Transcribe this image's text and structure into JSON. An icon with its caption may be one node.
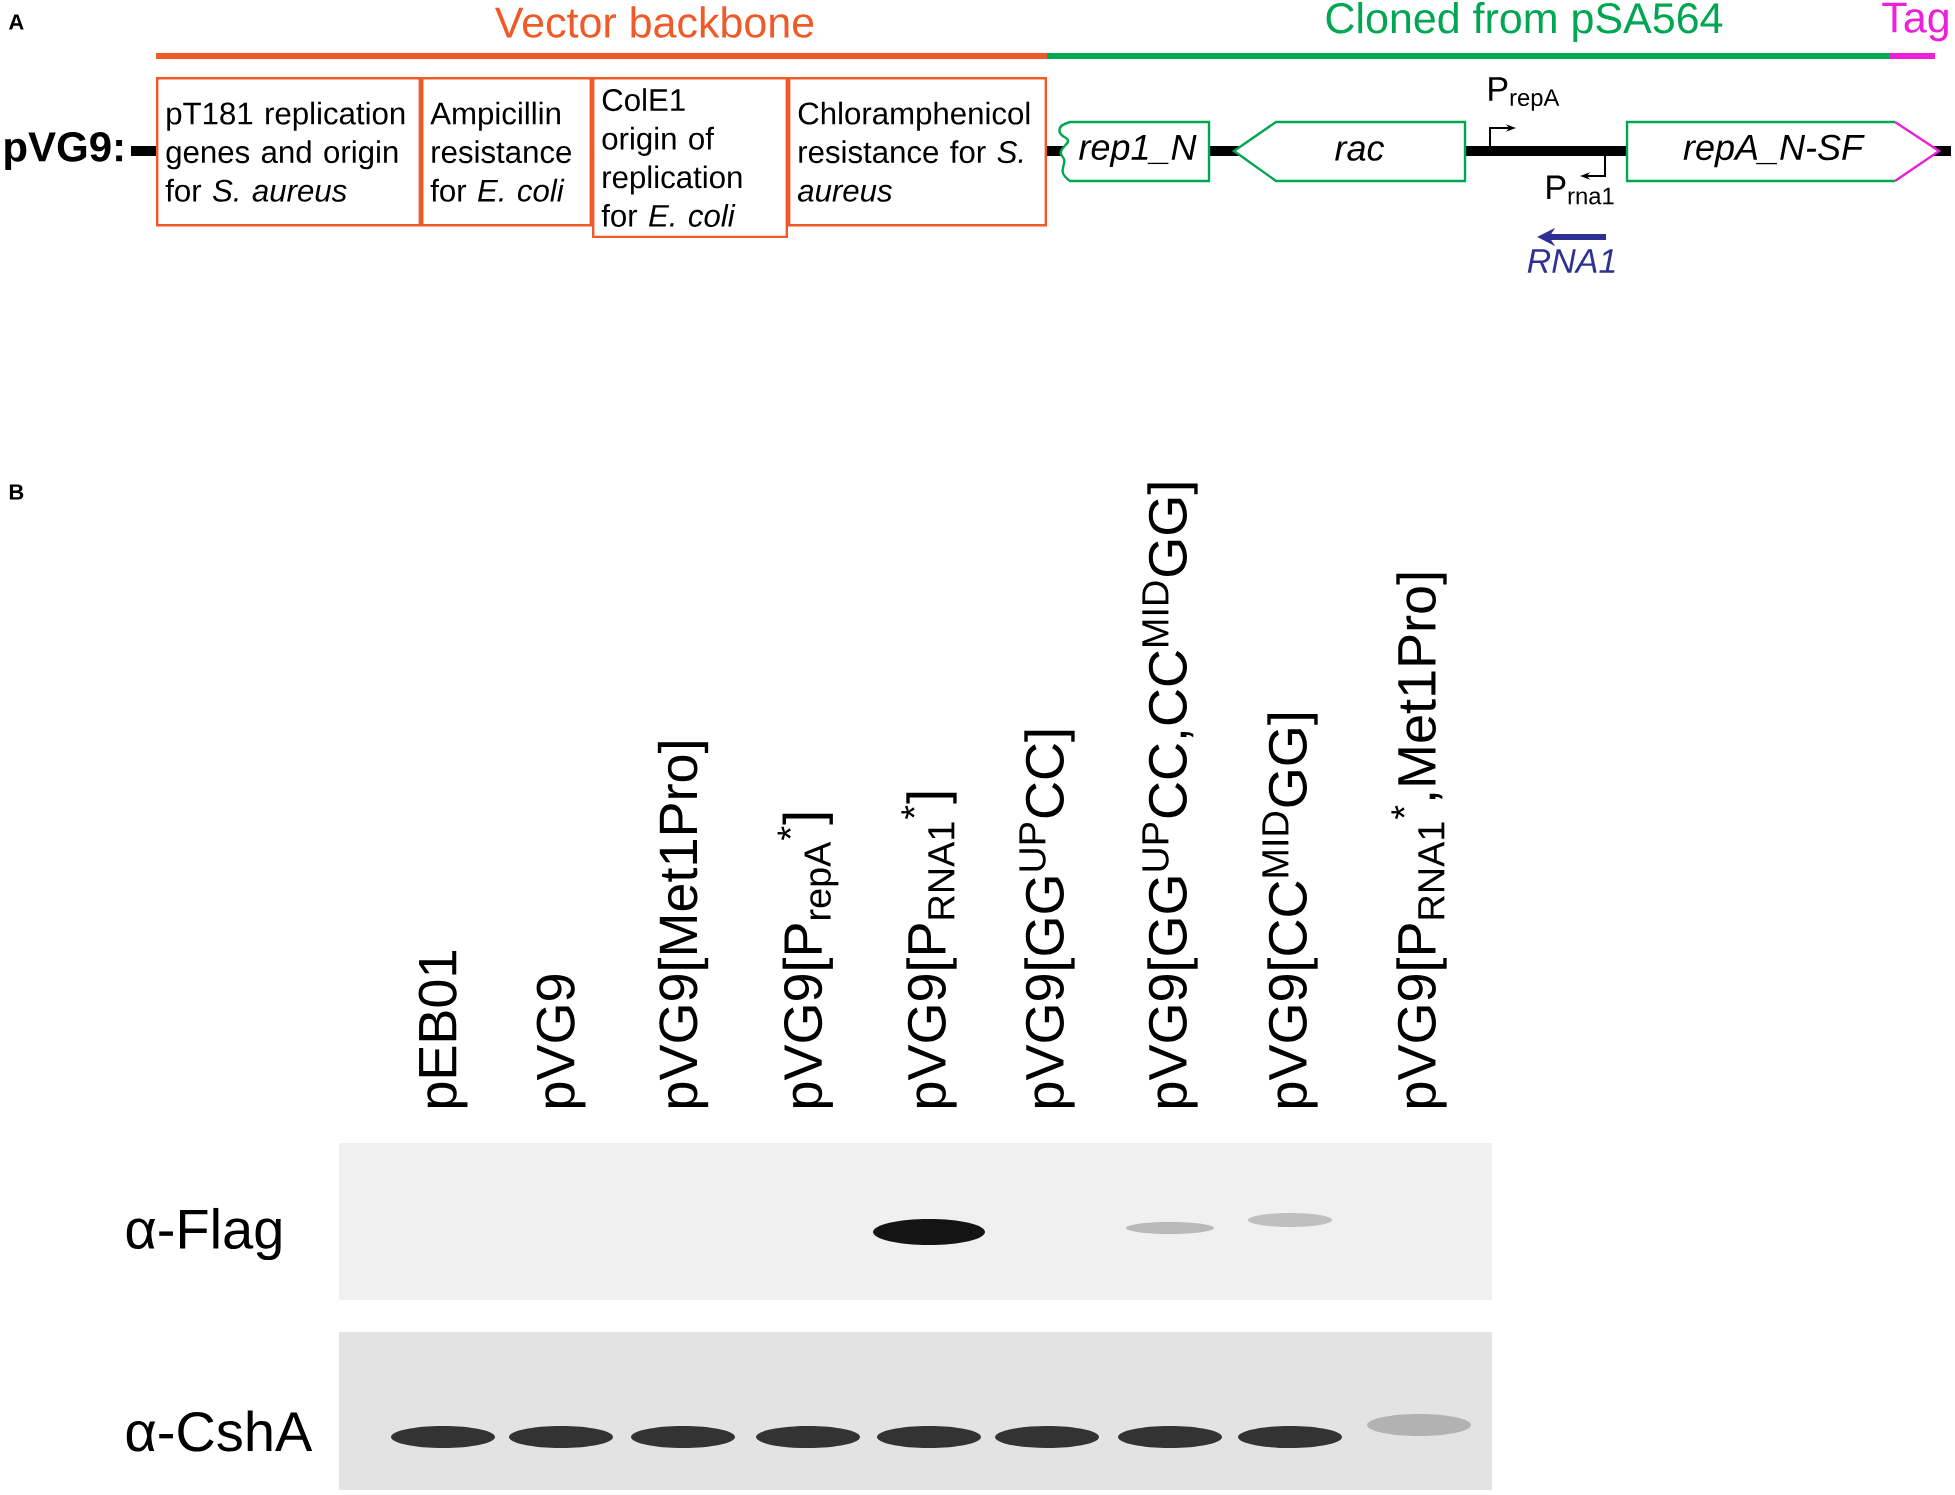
{
  "diagram": {
    "nodes": [
      {
        "text": [
          "pT181 replication genes and origin for *S. aureus*"
        ]
      },
      {
        "text": [
          "Ampicillin resistance for *E. coli*"
        ]
      },
      {
        "text": [
          "ColE1 origin of replication for *E. coli*"
        ]
      },
      {
        "text": [
          "Chloramphenicol resistance for *S. aureus*"
        ]
      },
      {
        "text": [
          "rep1_N"
        ]
      },
      {
        "text": [
          "rac"
        ]
      },
      {
        "text": [
          "repA_N-SF"
        ]
      }
    ],
    "labels": [
      "A",
      "Vector backbone",
      "Cloned from pSA564",
      "Tag",
      "pVG9:",
      "P$_{repA}$",
      "P$_{rna1}$",
      "RNA1",
      "B",
      "pEB01",
      "pVG9",
      "pVG9[Met1Pro]",
      "pVG9[P$_{repA}$$^{*}$]",
      "pVG9[P$_{RNA1}$$^{*}$]",
      "pVG9[GG$^{UP}$CC]",
      "pVG9[GG$^{UP}$CC,CC$^{MID}$GG]",
      "pVG9[CC$^{MID}$GG]",
      "pVG9[P$_{RNA1}$$^{*}$,Met1Pro]",
      "α-Flag",
      "α-CshA"
    ]
  }
}
